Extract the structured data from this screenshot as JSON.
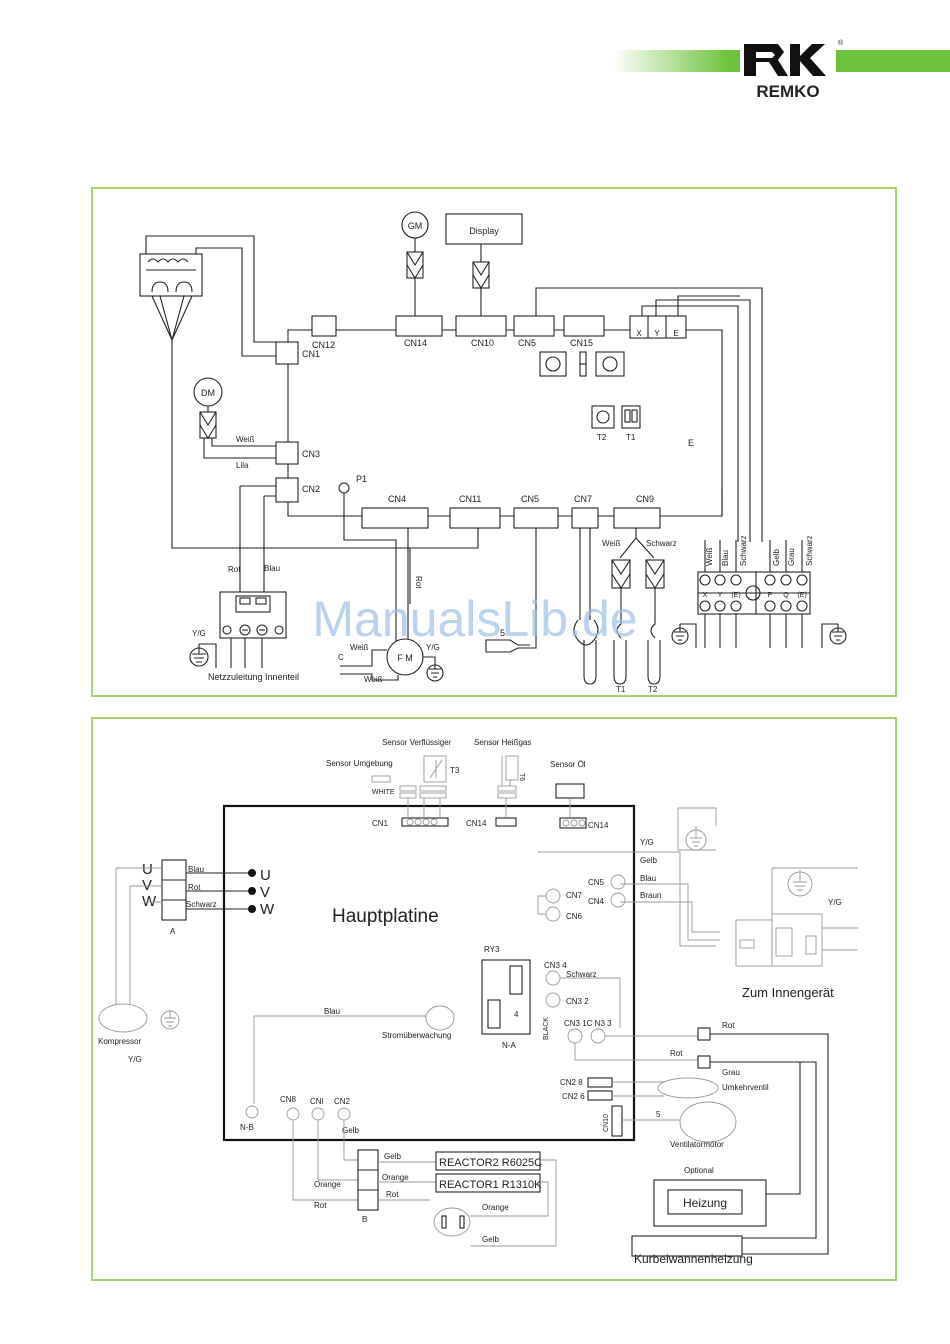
{
  "brand": {
    "name": "REMKO",
    "registered": "®",
    "green": "#6cc23a",
    "frame_green": "#a5d36a"
  },
  "watermark": "ManualsLib.de",
  "top": {
    "gm": "GM",
    "display": "Display",
    "dm": "DM",
    "fm": "F M",
    "p1": "P1",
    "e": "E",
    "t1": "T1",
    "t2": "T2",
    "c": "C",
    "five": "5",
    "connectors": {
      "cn1": "CN1",
      "cn2": "CN2",
      "cn3": "CN3",
      "cn4": "CN4",
      "cn5a": "CN5",
      "cn5b": "CN5",
      "cn7": "CN7",
      "cn9": "CN9",
      "cn10": "CN10",
      "cn11": "CN11",
      "cn12": "CN12",
      "cn14": "CN14",
      "cn15": "CN15"
    },
    "xye": {
      "x": "X",
      "y": "Y",
      "e": "E"
    },
    "wires": {
      "weiss": "Weiß",
      "lila": "Lila",
      "rot": "Rot",
      "blau": "Blau",
      "schwarz": "Schwarz",
      "weiss2": "Weiß",
      "weiss3": "Weiß",
      "yg": "Y/G",
      "yg2": "Y/G",
      "rot_v": "Rot"
    },
    "terminal_cols": [
      "Weiß",
      "Blau",
      "Schwarz",
      "Gelb",
      "Grau",
      "Schwarz"
    ],
    "terminal_labels": {
      "x": "X",
      "y": "Y",
      "e1": "(E)",
      "p": "P",
      "q": "Q",
      "e2": "(E)"
    },
    "netz": "Netzzuleitung Innenteil"
  },
  "bottom": {
    "hauptplatine": "Hauptplatine",
    "sensor_verfl": "Sensor Verflüssiger",
    "sensor_heiss": "Sensor Heißgas",
    "sensor_umg": "Sensor Umgebung",
    "sensor_oil": "Sensor Öl",
    "t3": "T3",
    "t6": "T6",
    "white": "WHITE",
    "cn14a": "CN1",
    "cn14b": "CN14",
    "cn14c": "CN14",
    "uvw_left": [
      "U",
      "V",
      "W"
    ],
    "uvw_right": [
      "U",
      "V",
      "W"
    ],
    "uvw_wires": [
      "Blau",
      "Rot",
      "Schwarz"
    ],
    "a": "A",
    "b": "B",
    "kompressor": "Kompressor",
    "yg_k": "Y/G",
    "blau_line": "Blau",
    "stromueber": "Stromüberwachung",
    "ry3": "RY3",
    "four": "4",
    "na": "N-A",
    "nb": "N-B",
    "cn8": "CN8",
    "cn1": "CNl",
    "cn2": "CN2",
    "gelb_cn": "Gelb",
    "yg_r": "Y/G",
    "gelb": "Gelb",
    "blau": "Blau",
    "braun": "Braun",
    "cn5": "CN5",
    "cn4": "CN4",
    "cn7": "CN7",
    "cn6": "CN6",
    "yg_far": "Y/G",
    "zum": "Zum Innengerät",
    "cn34": "CN3 4",
    "schwarz": "Schwarz",
    "cn32": "CN3 2",
    "cn31": "CN3 1C N3 3",
    "black": "BLACK",
    "rot1": "Rot",
    "rot2": "Rot",
    "grau": "Grau",
    "cn28": "CN2 8",
    "cn26": "CN2 6",
    "umkehr": "Umkehrventil",
    "cn10": "CN10",
    "five": "5",
    "ventilator": "Ventilatormotor",
    "optional": "Optional",
    "heizung": "Heizung",
    "kurbel": "Kurbelwannenheizung",
    "reactor2": "REACTOR2 R6025C",
    "reactor1": "REACTOR1 R1310K",
    "b_gelb": "Gelb",
    "b_orange": "Orange",
    "b_rot": "Rot",
    "orange_l": "Orange",
    "rot_l": "Rot",
    "orange_r": "Orange",
    "gelb_bot": "Gelb"
  }
}
